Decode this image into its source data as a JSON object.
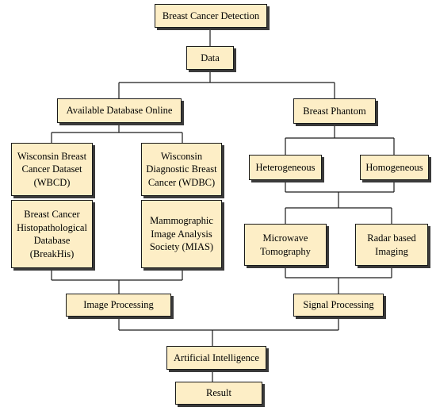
{
  "nodes": {
    "breast_cancer_detection": "Breast Cancer Detection",
    "data": "Data",
    "available_database_online": "Available Database Online",
    "breast_phantom": "Breast Phantom",
    "wbcd": "Wisconsin Breast\nCancer Dataset\n(WBCD)",
    "wdbc": "Wisconsin\nDiagnostic Breast\nCancer (WDBC)",
    "breakhis": "Breast Cancer\nHistopathological\nDatabase\n(BreakHis)",
    "mias": "Mammographic\nImage Analysis\nSociety (MIAS)",
    "heterogeneous": "Heterogeneous",
    "homogeneous": "Homogeneous",
    "microwave_tomography": "Microwave\nTomography",
    "radar_based_imaging": "Radar based\nImaging",
    "image_processing": "Image Processing",
    "signal_processing": "Signal Processing",
    "artificial_intelligence": "Artificial Intelligence",
    "result": "Result"
  },
  "colors": {
    "box_fill": "#fdeec6",
    "box_border": "#1a1a1a",
    "connector": "#1a1a1a"
  }
}
